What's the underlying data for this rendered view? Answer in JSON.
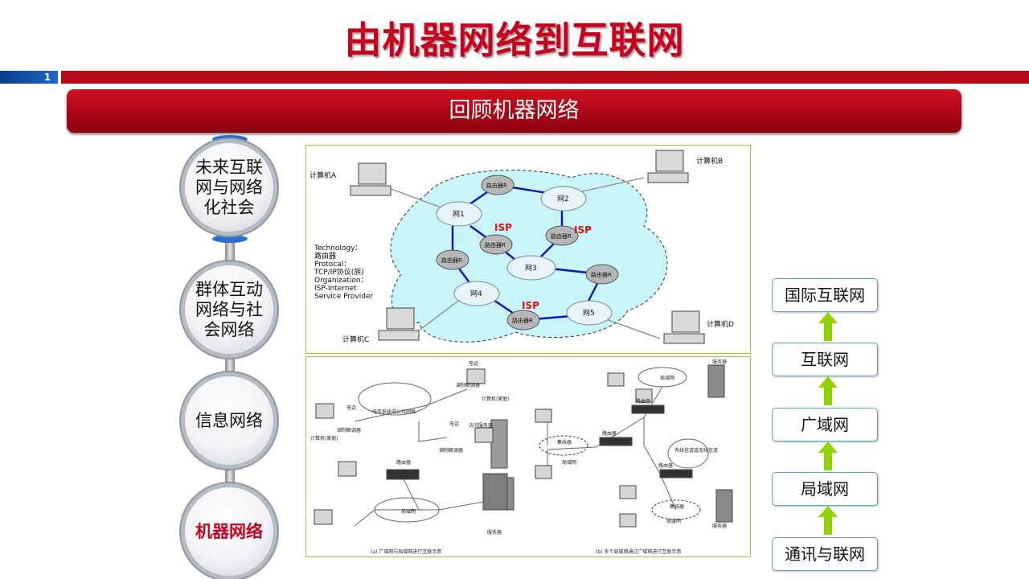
{
  "title": "由机器网络到互联网",
  "page_number": "1",
  "banner": "回顾机器网络",
  "timeline": [
    {
      "label": "未来互联网与网络化社会",
      "lines": [
        "未来互联",
        "网与网络",
        "化社会"
      ]
    },
    {
      "label": "群体互动网络与社会网络",
      "lines": [
        "群体互动",
        "网络与社",
        "会网络"
      ]
    },
    {
      "label": "信息网络",
      "lines": [
        "信息网络"
      ]
    },
    {
      "label": "机器网络",
      "lines": [
        "机器网络"
      ],
      "active": true
    }
  ],
  "diagram_top": {
    "computers": [
      "计算机A",
      "计算机B",
      "计算机C",
      "计算机D"
    ],
    "routers": [
      "路由器R",
      "路由器R",
      "路由器R",
      "路由器R",
      "路由器R",
      "路由器R"
    ],
    "nets": [
      "网1",
      "网2",
      "网3",
      "网4",
      "网5"
    ],
    "isp": [
      "ISP",
      "ISP",
      "ISP"
    ],
    "legend": [
      "Technology：",
      "路由器",
      "Protocal：",
      "TCP/IP协议(族)",
      "Organization：",
      "ISP-Internet",
      "Service Provider"
    ]
  },
  "diagram_bottom": {
    "left_labels": {
      "phone1": "电话",
      "modem1": "调制解调器",
      "pc_home1": "计算机(家庭)",
      "telecom": "电信系统或公共网络",
      "phone2": "电话",
      "modem2": "调制解调器",
      "phone3": "电话",
      "modem3": "调制解调器",
      "pc_home2": "计算机(家庭)",
      "access_server": "访问服务器",
      "router": "路由器",
      "lan": "局域网",
      "server": "服务器",
      "caption": "(a) 广域网与局域网进行互联示意"
    },
    "right_labels": {
      "lan_top": "局域网",
      "server_top": "服务器",
      "router1": "路由器",
      "router2": "路由器",
      "hub1": "集线器",
      "lan_left": "局域网",
      "wireless": "有线信道或无线信道",
      "router3": "路由器",
      "hub2": "集线器",
      "lan_bottom": "局域网",
      "server_bottom": "服务器",
      "caption": "(b) 多个局域网通过广域网进行互联示意"
    }
  },
  "stack": [
    "国际互联网",
    "互联网",
    "广域网",
    "局域网",
    "通讯与联网"
  ],
  "colors": {
    "title": "#c8001e",
    "banner": "#b80a1a",
    "accent_blue": "#1f67c9",
    "arrow_green": "#8fd400",
    "cloud": "#c8f5f8"
  }
}
